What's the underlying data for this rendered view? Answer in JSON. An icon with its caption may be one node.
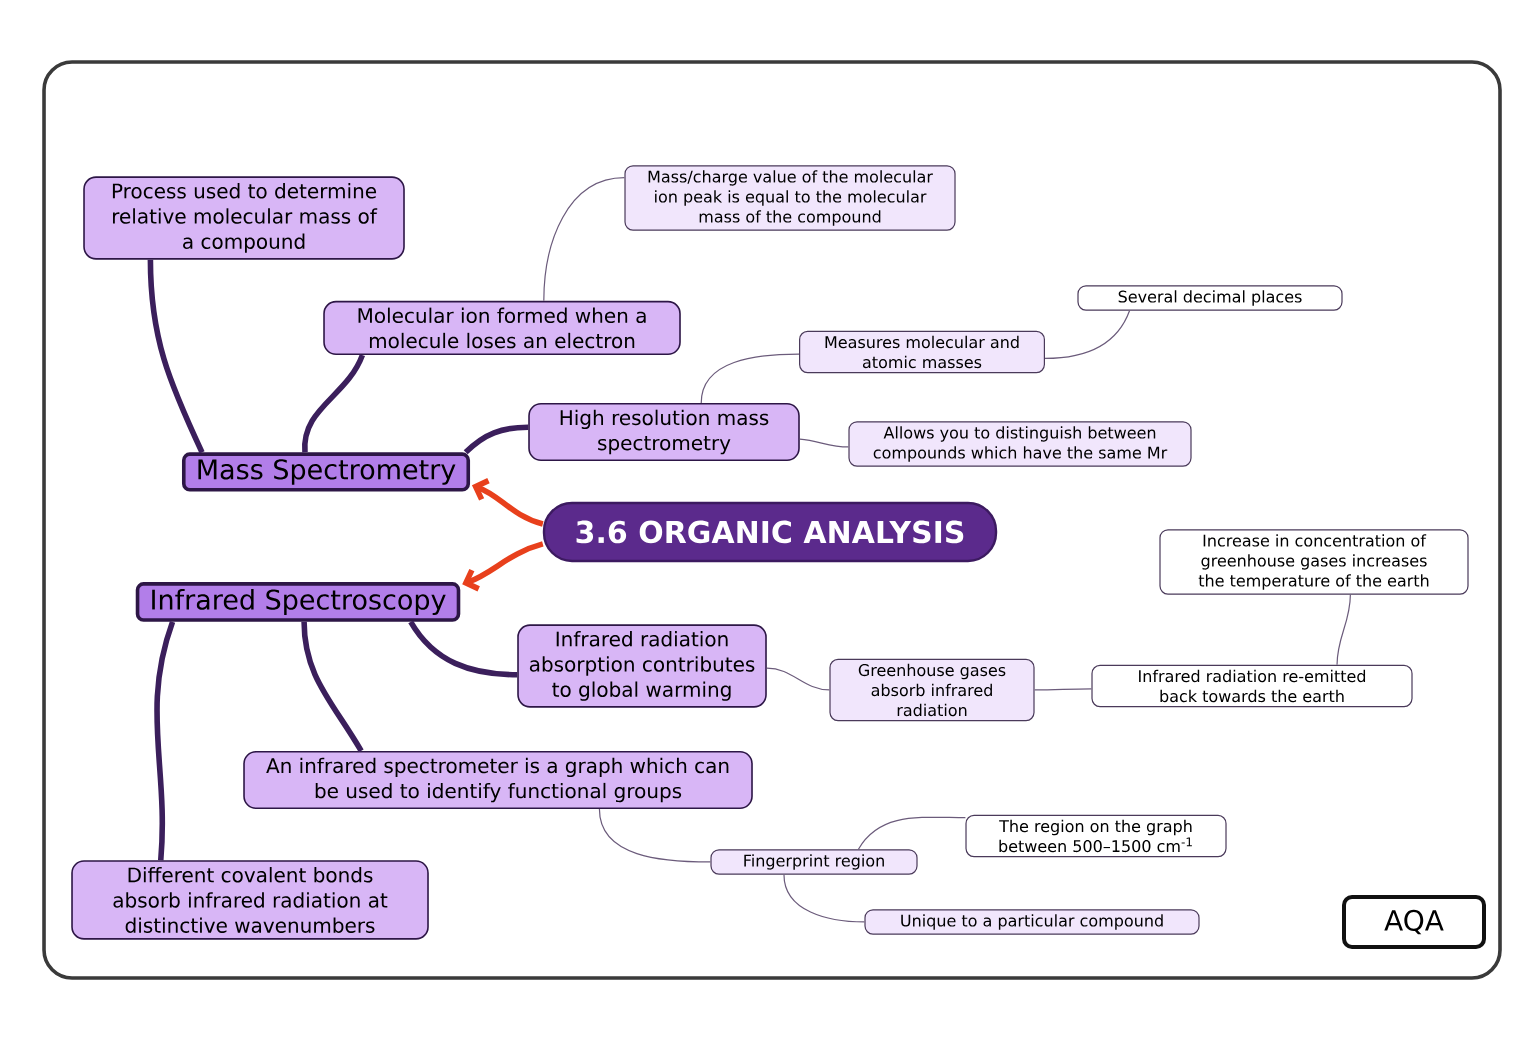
{
  "diagram": {
    "nodes": [
      {
        "text": [
          "3.6 ORGANIC ANALYSIS"
        ]
      },
      {
        "text": [
          "Mass Spectrometry"
        ]
      },
      {
        "text": [
          "Process used to determine relative molecular mass of a compound"
        ]
      },
      {
        "text": [
          "Molecular ion formed when a molecule loses an electron"
        ]
      },
      {
        "text": [
          "Mass/charge value of the molecular ion peak is equal to the molecular mass of the compound"
        ]
      },
      {
        "text": [
          "High resolution mass spectrometry"
        ]
      },
      {
        "text": [
          "Measures molecular and atomic masses"
        ]
      },
      {
        "text": [
          "Several decimal places"
        ]
      },
      {
        "text": [
          "Allows you to distinguish between compounds which have the same Mr"
        ]
      },
      {
        "text": [
          "Infrared Spectroscopy"
        ]
      },
      {
        "text": [
          "Infrared radiation absorption contributes to global warming"
        ]
      },
      {
        "text": [
          "Greenhouse gases absorb infrared radiation"
        ]
      },
      {
        "text": [
          "Infrared radiation re-emitted back towards the earth"
        ]
      },
      {
        "text": [
          "Increase in concentration of greenhouse gases increases the temperature of the earth"
        ]
      },
      {
        "text": [
          "An infrared spectrometer is a graph which can be used to identify functional groups"
        ]
      },
      {
        "text": [
          "Different covalent bonds absorb infrared radiation at distinctive wavenumbers"
        ]
      },
      {
        "text": [
          "Fingerprint region"
        ]
      },
      {
        "text": [
          "The region on the graph between 500–1500 cm$^{-1}$"
        ]
      },
      {
        "text": [
          "Unique to a particular compound"
        ]
      },
      {
        "text": [
          "AQA"
        ]
      }
    ],
    "edges": [
      {
        "from": 0,
        "to": 1,
        "arrow": "to",
        "style": "thick",
        "color": "#e8401c"
      },
      {
        "from": 0,
        "to": 9,
        "arrow": "to",
        "style": "thick",
        "color": "#e8401c"
      },
      {
        "from": 1,
        "to": 2,
        "arrow": "none",
        "style": "thick",
        "color": "#3b1f5c"
      },
      {
        "from": 1,
        "to": 3,
        "arrow": "none",
        "style": "thick",
        "color": "#3b1f5c"
      },
      {
        "from": 1,
        "to": 5,
        "arrow": "none",
        "style": "thick",
        "color": "#3b1f5c"
      },
      {
        "from": 3,
        "to": 4,
        "arrow": "none"
      },
      {
        "from": 5,
        "to": 6,
        "arrow": "none"
      },
      {
        "from": 6,
        "to": 7,
        "arrow": "none"
      },
      {
        "from": 5,
        "to": 8,
        "arrow": "none"
      },
      {
        "from": 9,
        "to": 10,
        "arrow": "none",
        "style": "thick",
        "color": "#3b1f5c"
      },
      {
        "from": 9,
        "to": 14,
        "arrow": "none",
        "style": "thick",
        "color": "#3b1f5c"
      },
      {
        "from": 9,
        "to": 15,
        "arrow": "none",
        "style": "thick",
        "color": "#3b1f5c"
      },
      {
        "from": 10,
        "to": 11,
        "arrow": "none"
      },
      {
        "from": 11,
        "to": 12,
        "arrow": "none"
      },
      {
        "from": 12,
        "to": 13,
        "arrow": "none"
      },
      {
        "from": 14,
        "to": 16,
        "arrow": "none"
      },
      {
        "from": 16,
        "to": 17,
        "arrow": "none"
      },
      {
        "from": 16,
        "to": 18,
        "arrow": "none"
      }
    ]
  }
}
